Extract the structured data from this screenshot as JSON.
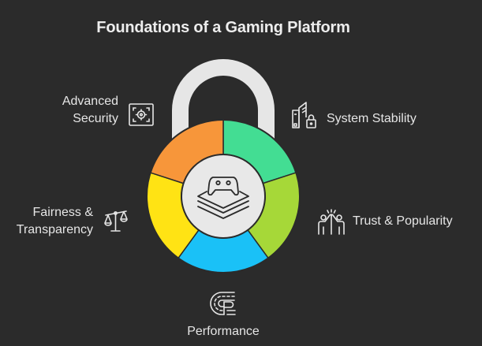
{
  "title": "Foundations of a Gaming Platform",
  "center": {
    "icon": "gamepad-layers-icon"
  },
  "segments": [
    {
      "name": "System Stability",
      "color": "#43dd93",
      "icon": "buildings-lock-icon"
    },
    {
      "name": "Trust & Popularity",
      "color": "#a6d838",
      "icon": "high-five-people-icon"
    },
    {
      "name": "Performance",
      "color": "#1ac1f7",
      "icon": "race-track-icon"
    },
    {
      "name": "Fairness & Transparency",
      "color": "#ffe314",
      "icon": "balance-scale-icon"
    },
    {
      "name": "Advanced Security",
      "color": "#f7963a",
      "icon": "target-scan-icon"
    }
  ],
  "labels": {
    "advanced_security_line1": "Advanced",
    "advanced_security_line2": "Security",
    "system_stability": "System Stability",
    "fairness_line1": "Fairness &",
    "fairness_line2": "Transparency",
    "trust_popularity": "Trust & Popularity",
    "performance": "Performance"
  },
  "colors": {
    "background": "#2b2b2b",
    "shackle": "#e6e6e6",
    "inner_circle": "#e8e8e8",
    "stroke": "#2b2b2b",
    "text": "#e6e6e6"
  }
}
